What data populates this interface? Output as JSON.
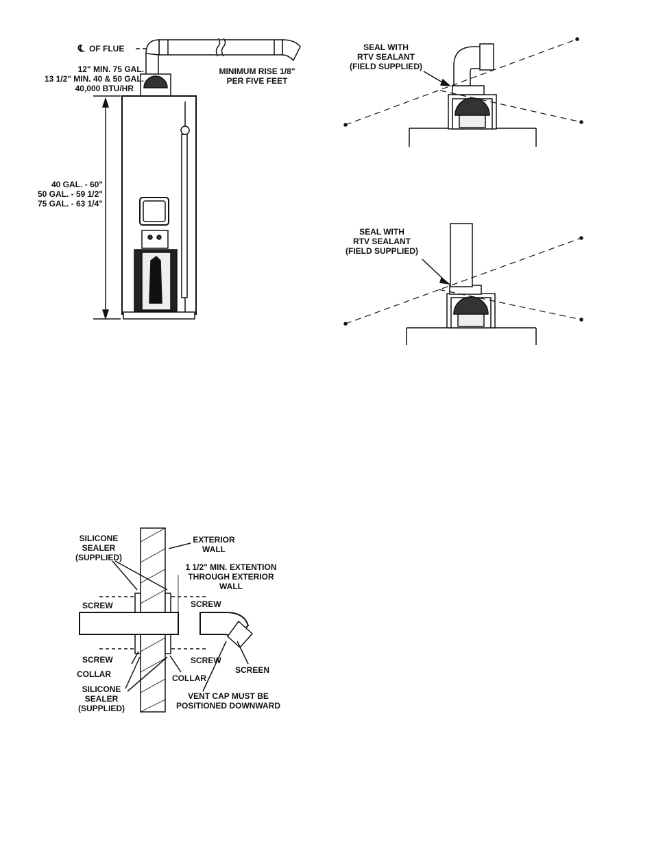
{
  "figure_top_left": {
    "cl_of_flue": "OF FLUE",
    "cl_symbol": "℄",
    "clearance_lines": [
      "12\" MIN. 75 GAL.",
      "13 1/2\" MIN. 40 & 50 GAL.",
      "40,000 BTU/HR"
    ],
    "minimum_rise": [
      "MINIMUM RISE 1/8\"",
      "PER FIVE FEET"
    ],
    "height_lines": [
      "40 GAL. - 60\"",
      "50 GAL. - 59 1/2\"",
      "75 GAL. - 63 1/4\""
    ]
  },
  "figure_top_right": {
    "seal_lines": [
      "SEAL WITH",
      "RTV SEALANT",
      "(FIELD SUPPLIED)"
    ]
  },
  "figure_mid_right": {
    "seal_lines": [
      "SEAL WITH",
      "RTV SEALANT",
      "(FIELD SUPPLIED)"
    ]
  },
  "figure_bottom": {
    "silicone_top": [
      "SILICONE",
      "SEALER",
      "(SUPPLIED)"
    ],
    "exterior_wall": [
      "EXTERIOR",
      "WALL"
    ],
    "extension": [
      "1 1/2\" MIN. EXTENTION",
      "THROUGH EXTERIOR",
      "WALL"
    ],
    "screw_left_top": "SCREW",
    "screw_right_top": "SCREW",
    "screw_left_bottom": "SCREW",
    "screw_right_bottom": "SCREW",
    "collar_left": "COLLAR",
    "collar_right": "COLLAR",
    "screen": "SCREEN",
    "silicone_bottom": [
      "SILICONE",
      "SEALER",
      "(SUPPLIED)"
    ],
    "vent_cap": [
      "VENT CAP MUST BE",
      "POSITIONED DOWNWARD"
    ]
  }
}
